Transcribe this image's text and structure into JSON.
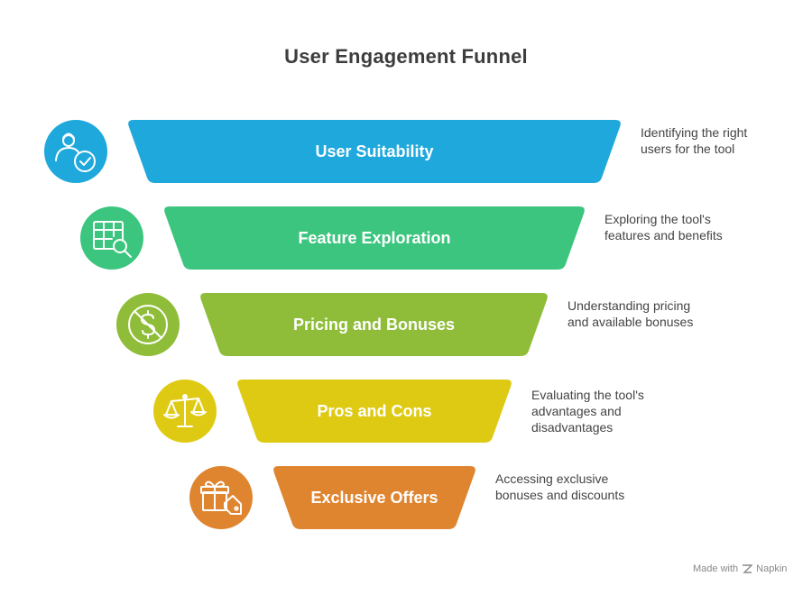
{
  "title": "User Engagement Funnel",
  "stages": [
    {
      "label": "User Suitability",
      "description": "Identifying the right\nusers for the tool",
      "color": "#1fa8dc",
      "icon": "user-check-icon"
    },
    {
      "label": "Feature Exploration",
      "description": "Exploring the tool's\nfeatures and benefits",
      "color": "#3cc57e",
      "icon": "table-search-icon"
    },
    {
      "label": "Pricing and Bonuses",
      "description": "Understanding pricing\nand available bonuses",
      "color": "#8fbd3a",
      "icon": "no-dollar-icon"
    },
    {
      "label": "Pros and Cons",
      "description": "Evaluating the tool's\nadvantages and\ndisadvantages",
      "color": "#dfca13",
      "icon": "scale-icon"
    },
    {
      "label": "Exclusive Offers",
      "description": "Accessing exclusive\nbonuses and discounts",
      "color": "#df8530",
      "icon": "gift-tag-icon"
    }
  ],
  "credit": {
    "made_with": "Made with",
    "brand": "Napkin"
  }
}
